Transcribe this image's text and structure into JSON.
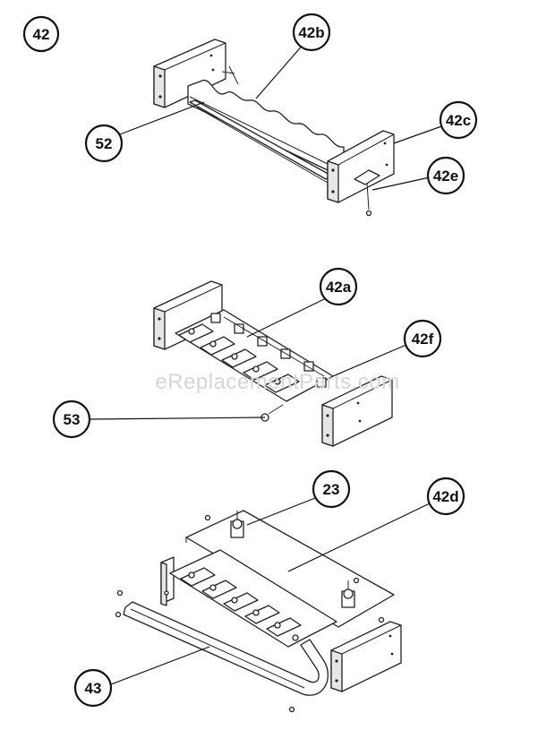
{
  "watermark": "eReplacementParts.com",
  "callouts": {
    "c42": "42",
    "c42b": "42b",
    "c52": "52",
    "c42c": "42c",
    "c42e": "42e",
    "c42a": "42a",
    "c42f": "42f",
    "c53": "53",
    "c23": "23",
    "c42d": "42d",
    "c43": "43"
  }
}
